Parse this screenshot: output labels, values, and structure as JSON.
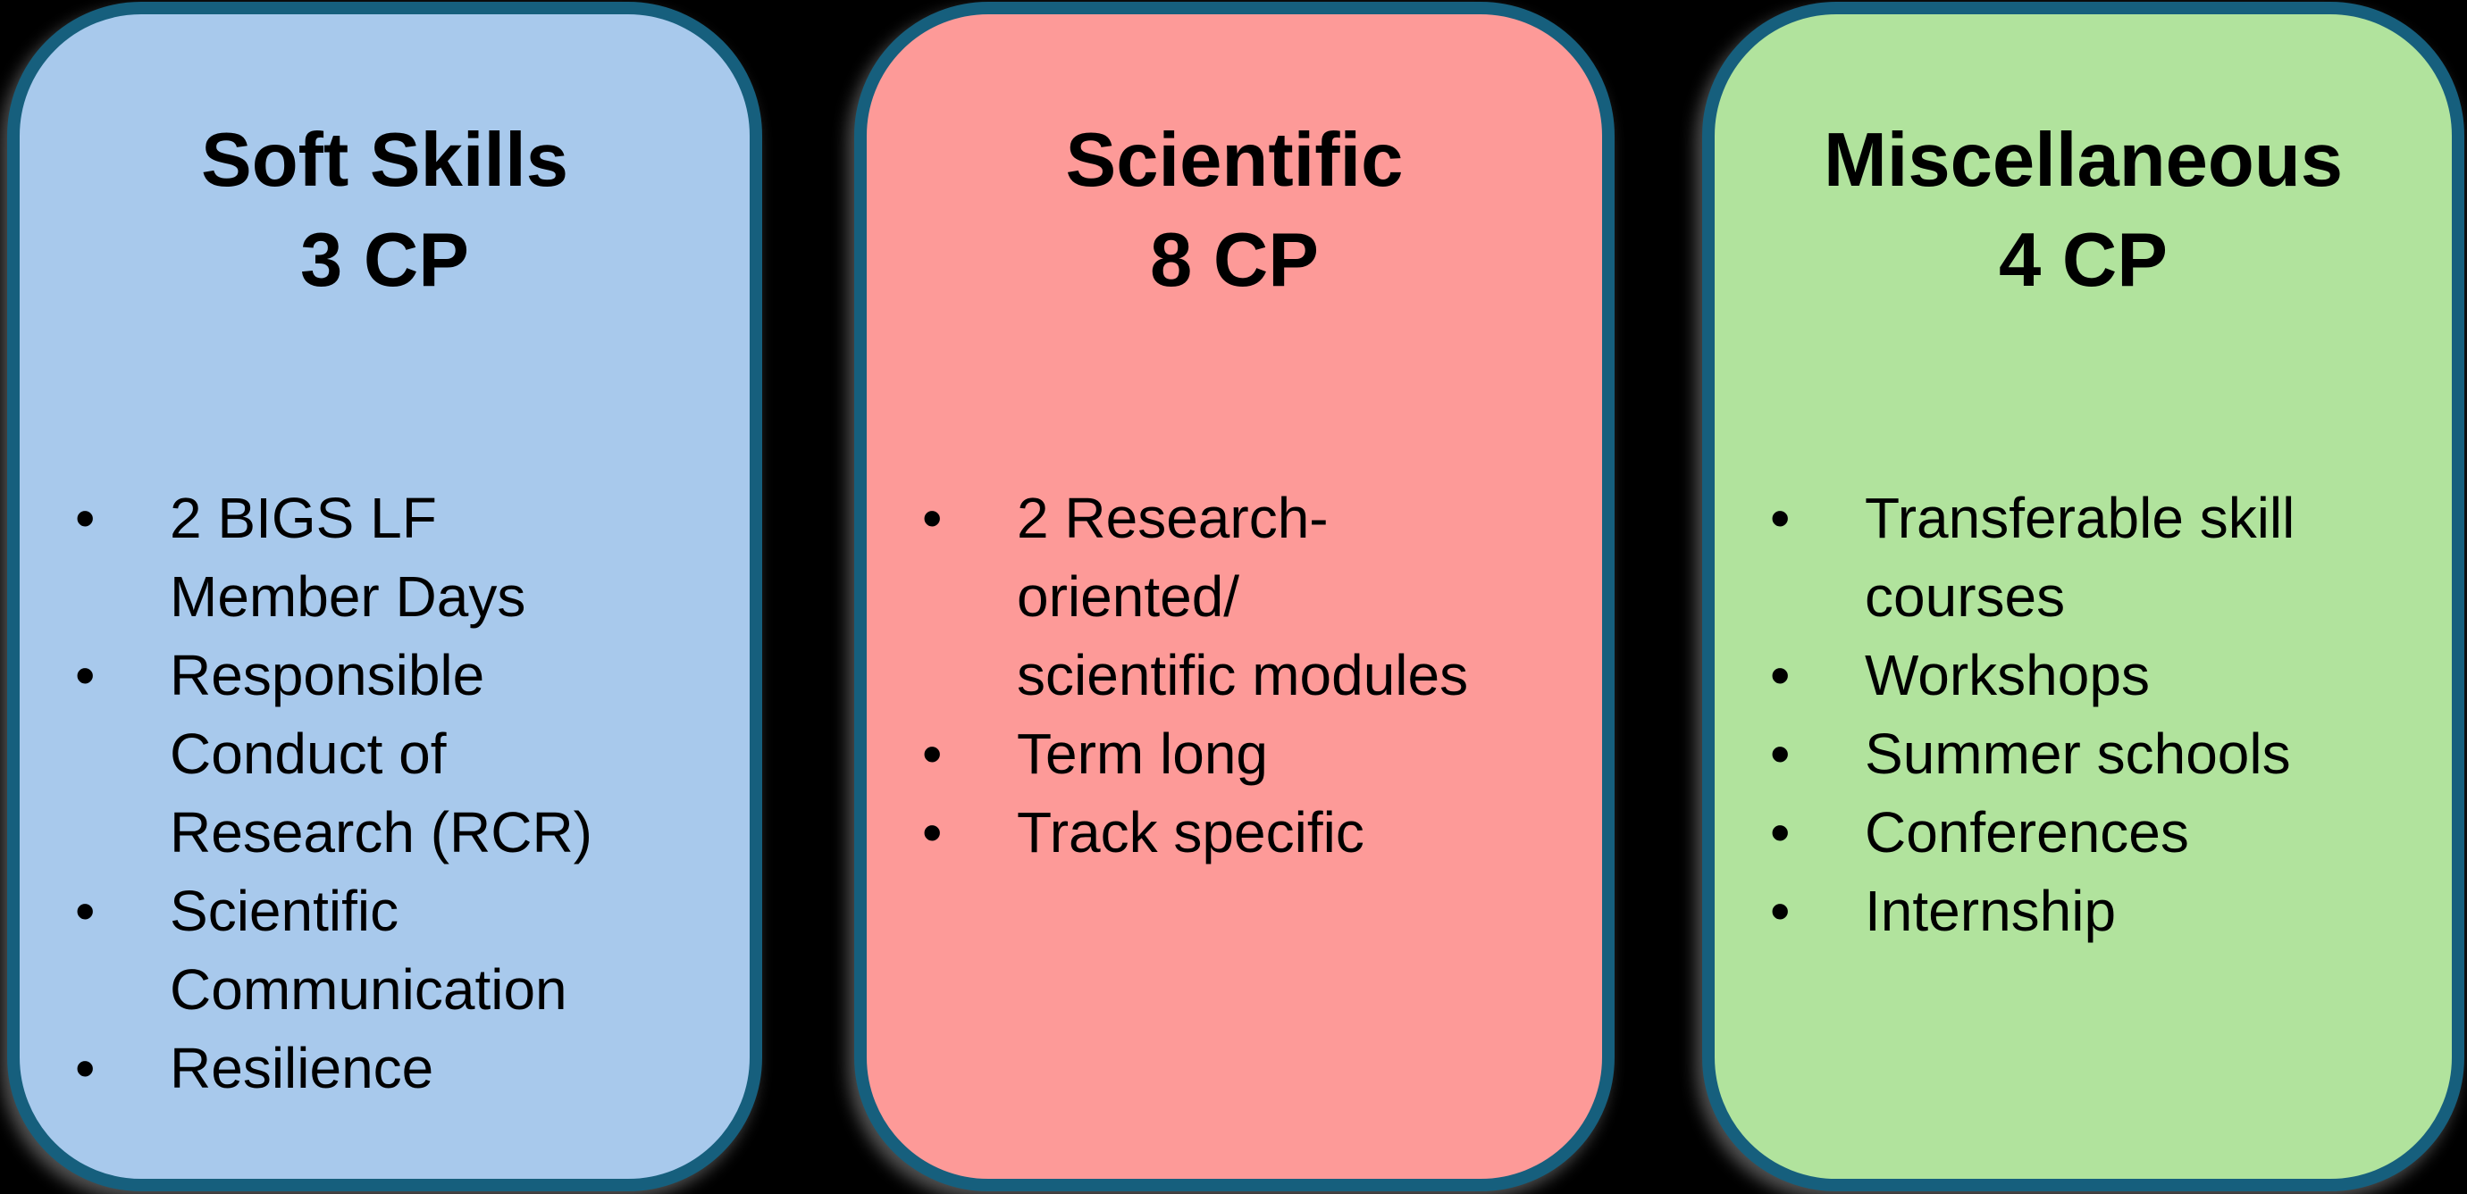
{
  "style": {
    "page_background": "#000000",
    "card_border_color": "#165F7D",
    "text_color": "#000000",
    "bullet_char": "•"
  },
  "cards": [
    {
      "name": "Soft Skills",
      "credits": "3 CP",
      "fill_color": "#A8C9EC",
      "bullets": [
        "2 BIGS LF\nMember Days",
        "Responsible\nConduct of\nResearch (RCR)",
        "Scientific\nCommunication",
        "Resilience"
      ]
    },
    {
      "name": "Scientific",
      "credits": "8 CP",
      "fill_color": "#FD9A98",
      "bullets": [
        "2 Research-\noriented/\nscientific modules",
        "Term long",
        "Track specific"
      ]
    },
    {
      "name": "Miscellaneous",
      "credits": "4 CP",
      "fill_color": "#B1E39D",
      "bullets": [
        "Transferable skill\ncourses",
        "Workshops",
        "Summer schools",
        "Conferences",
        "Internship"
      ]
    }
  ]
}
